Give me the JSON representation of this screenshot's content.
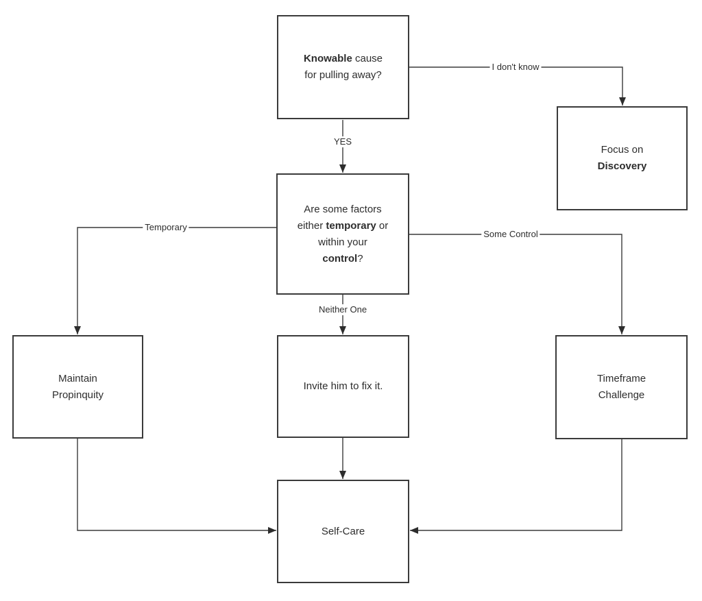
{
  "diagram": {
    "background_color": "#ffffff",
    "line_color": "#3a3a3a",
    "text_color": "#2d2d2d",
    "nodes": {
      "knowable": {
        "line1_bold": "Knowable",
        "line1_rest": " cause",
        "line2": "for pulling away?"
      },
      "discovery": {
        "line1": "Focus on",
        "line2_bold": "Discovery"
      },
      "factors": {
        "line1": "Are some factors",
        "line2_pre": "either ",
        "line2_bold": "temporary",
        "line2_post": " or",
        "line3": "within your",
        "line4_bold": "control",
        "line4_post": "?"
      },
      "maintain": {
        "line1": "Maintain",
        "line2": "Propinquity"
      },
      "invite": {
        "line1": "Invite him to fix it."
      },
      "timeframe": {
        "line1": "Timeframe",
        "line2": "Challenge"
      },
      "selfcare": {
        "line1": "Self-Care"
      }
    },
    "edge_labels": {
      "i_dont_know": "I don't know",
      "yes": "YES",
      "temporary": "Temporary",
      "some_control": "Some Control",
      "neither_one": "Neither One"
    }
  }
}
